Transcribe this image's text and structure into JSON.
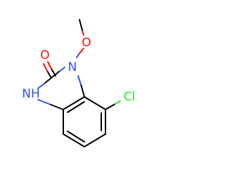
{
  "molecule": {
    "atoms": {
      "carbonyl_oxygen": "O",
      "methoxy_oxygen": "O",
      "ring_nitrogen_methoxy": "N",
      "ring_nitrogen_h": "NH",
      "chlorine": "Cl"
    },
    "colors": {
      "bond": "#000000",
      "oxygen": "#ff0d0d",
      "nitrogen": "#3050f8",
      "chlorine": "#1ff01f"
    }
  }
}
